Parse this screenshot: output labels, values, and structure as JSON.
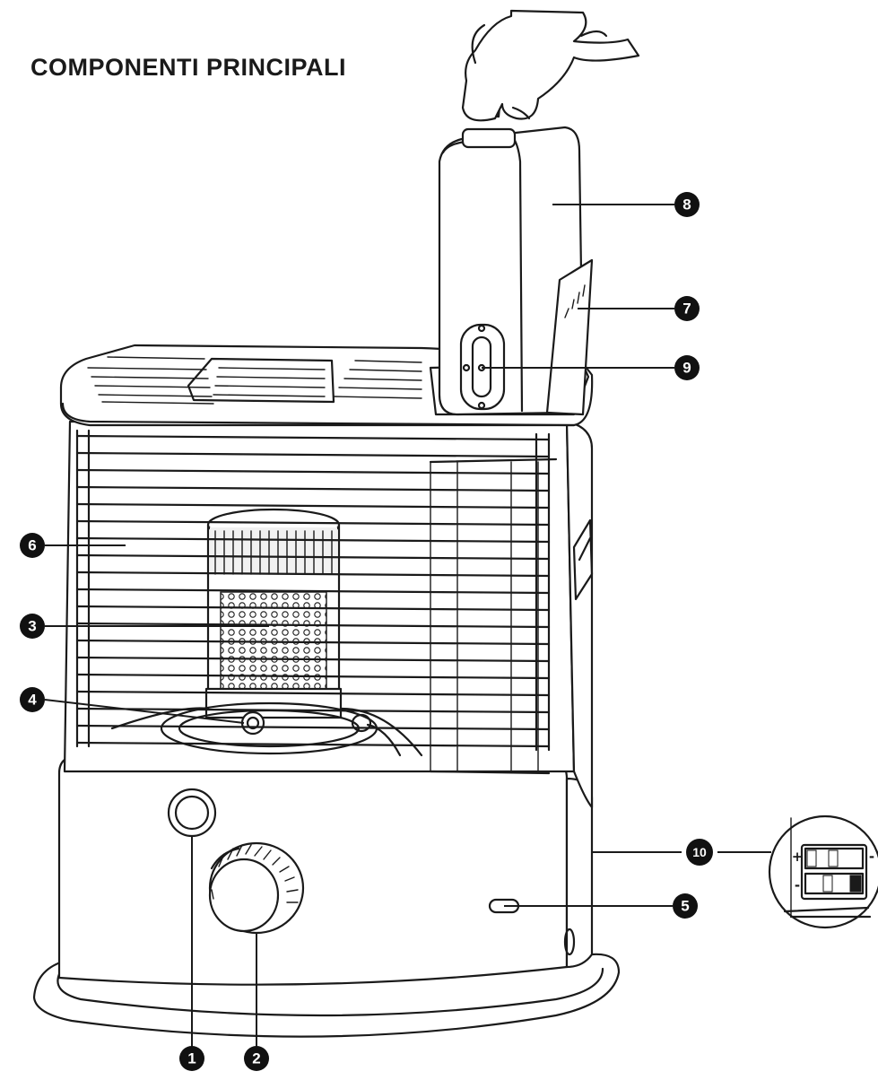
{
  "title": "COMPONENTI PRINCIPALI",
  "callouts": [
    {
      "id": "1",
      "label": "1"
    },
    {
      "id": "2",
      "label": "2"
    },
    {
      "id": "3",
      "label": "3"
    },
    {
      "id": "4",
      "label": "4"
    },
    {
      "id": "5",
      "label": "5"
    },
    {
      "id": "6",
      "label": "6"
    },
    {
      "id": "7",
      "label": "7"
    },
    {
      "id": "8",
      "label": "8"
    },
    {
      "id": "9",
      "label": "9"
    },
    {
      "id": "10",
      "label": "10"
    }
  ],
  "battery_inset": {
    "plus": "+",
    "minus": "-"
  },
  "colors": {
    "ink": "#1a1a1a",
    "badge": "#111111",
    "background": "#ffffff"
  }
}
